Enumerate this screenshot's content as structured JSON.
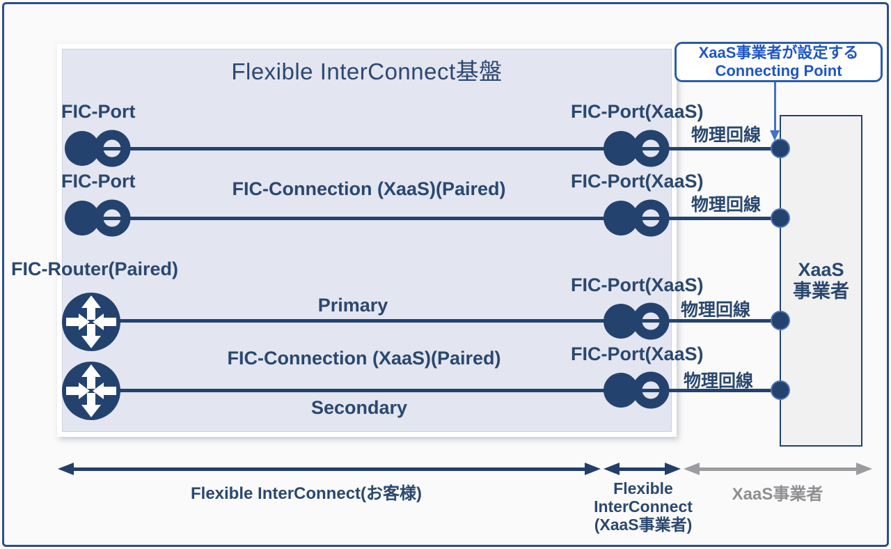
{
  "diagram": {
    "title": "Flexible InterConnect基盤",
    "callout": {
      "line1": "XaaS事業者が設定する",
      "line2": "Connecting Point"
    },
    "left_labels": {
      "port1": "FIC-Port",
      "port2": "FIC-Port",
      "router": "FIC-Router(Paired)"
    },
    "xaas_port_labels": [
      "FIC-Port(XaaS)",
      "FIC-Port(XaaS)",
      "FIC-Port(XaaS)",
      "FIC-Port(XaaS)"
    ],
    "physical_line_labels": [
      "物理回線",
      "物理回線",
      "物理回線",
      "物理回線"
    ],
    "connection_labels": {
      "paired_top": "FIC-Connection (XaaS)(Paired)",
      "primary": "Primary",
      "paired_bottom": "FIC-Connection (XaaS)(Paired)",
      "secondary": "Secondary"
    },
    "xaas_box": {
      "line1": "XaaS",
      "line2": "事業者"
    },
    "bottom_spans": {
      "customer": "Flexible InterConnect(お客様)",
      "xaas_fic_line1": "Flexible",
      "xaas_fic_line2": "InterConnect",
      "xaas_fic_line3": "(XaaS事業者)",
      "xaas_provider": "XaaS事業者"
    },
    "colors": {
      "navy": "#24426E",
      "callout_text": "#1F55C8",
      "callout_border": "#2C5CAD",
      "callout_arrow": "#4472C4",
      "gray_label": "#8F8F93",
      "panel_fill": "#E3E5F0",
      "xaas_box_fill": "#F1F1F2",
      "frame_border": "#2B4F8C"
    }
  }
}
